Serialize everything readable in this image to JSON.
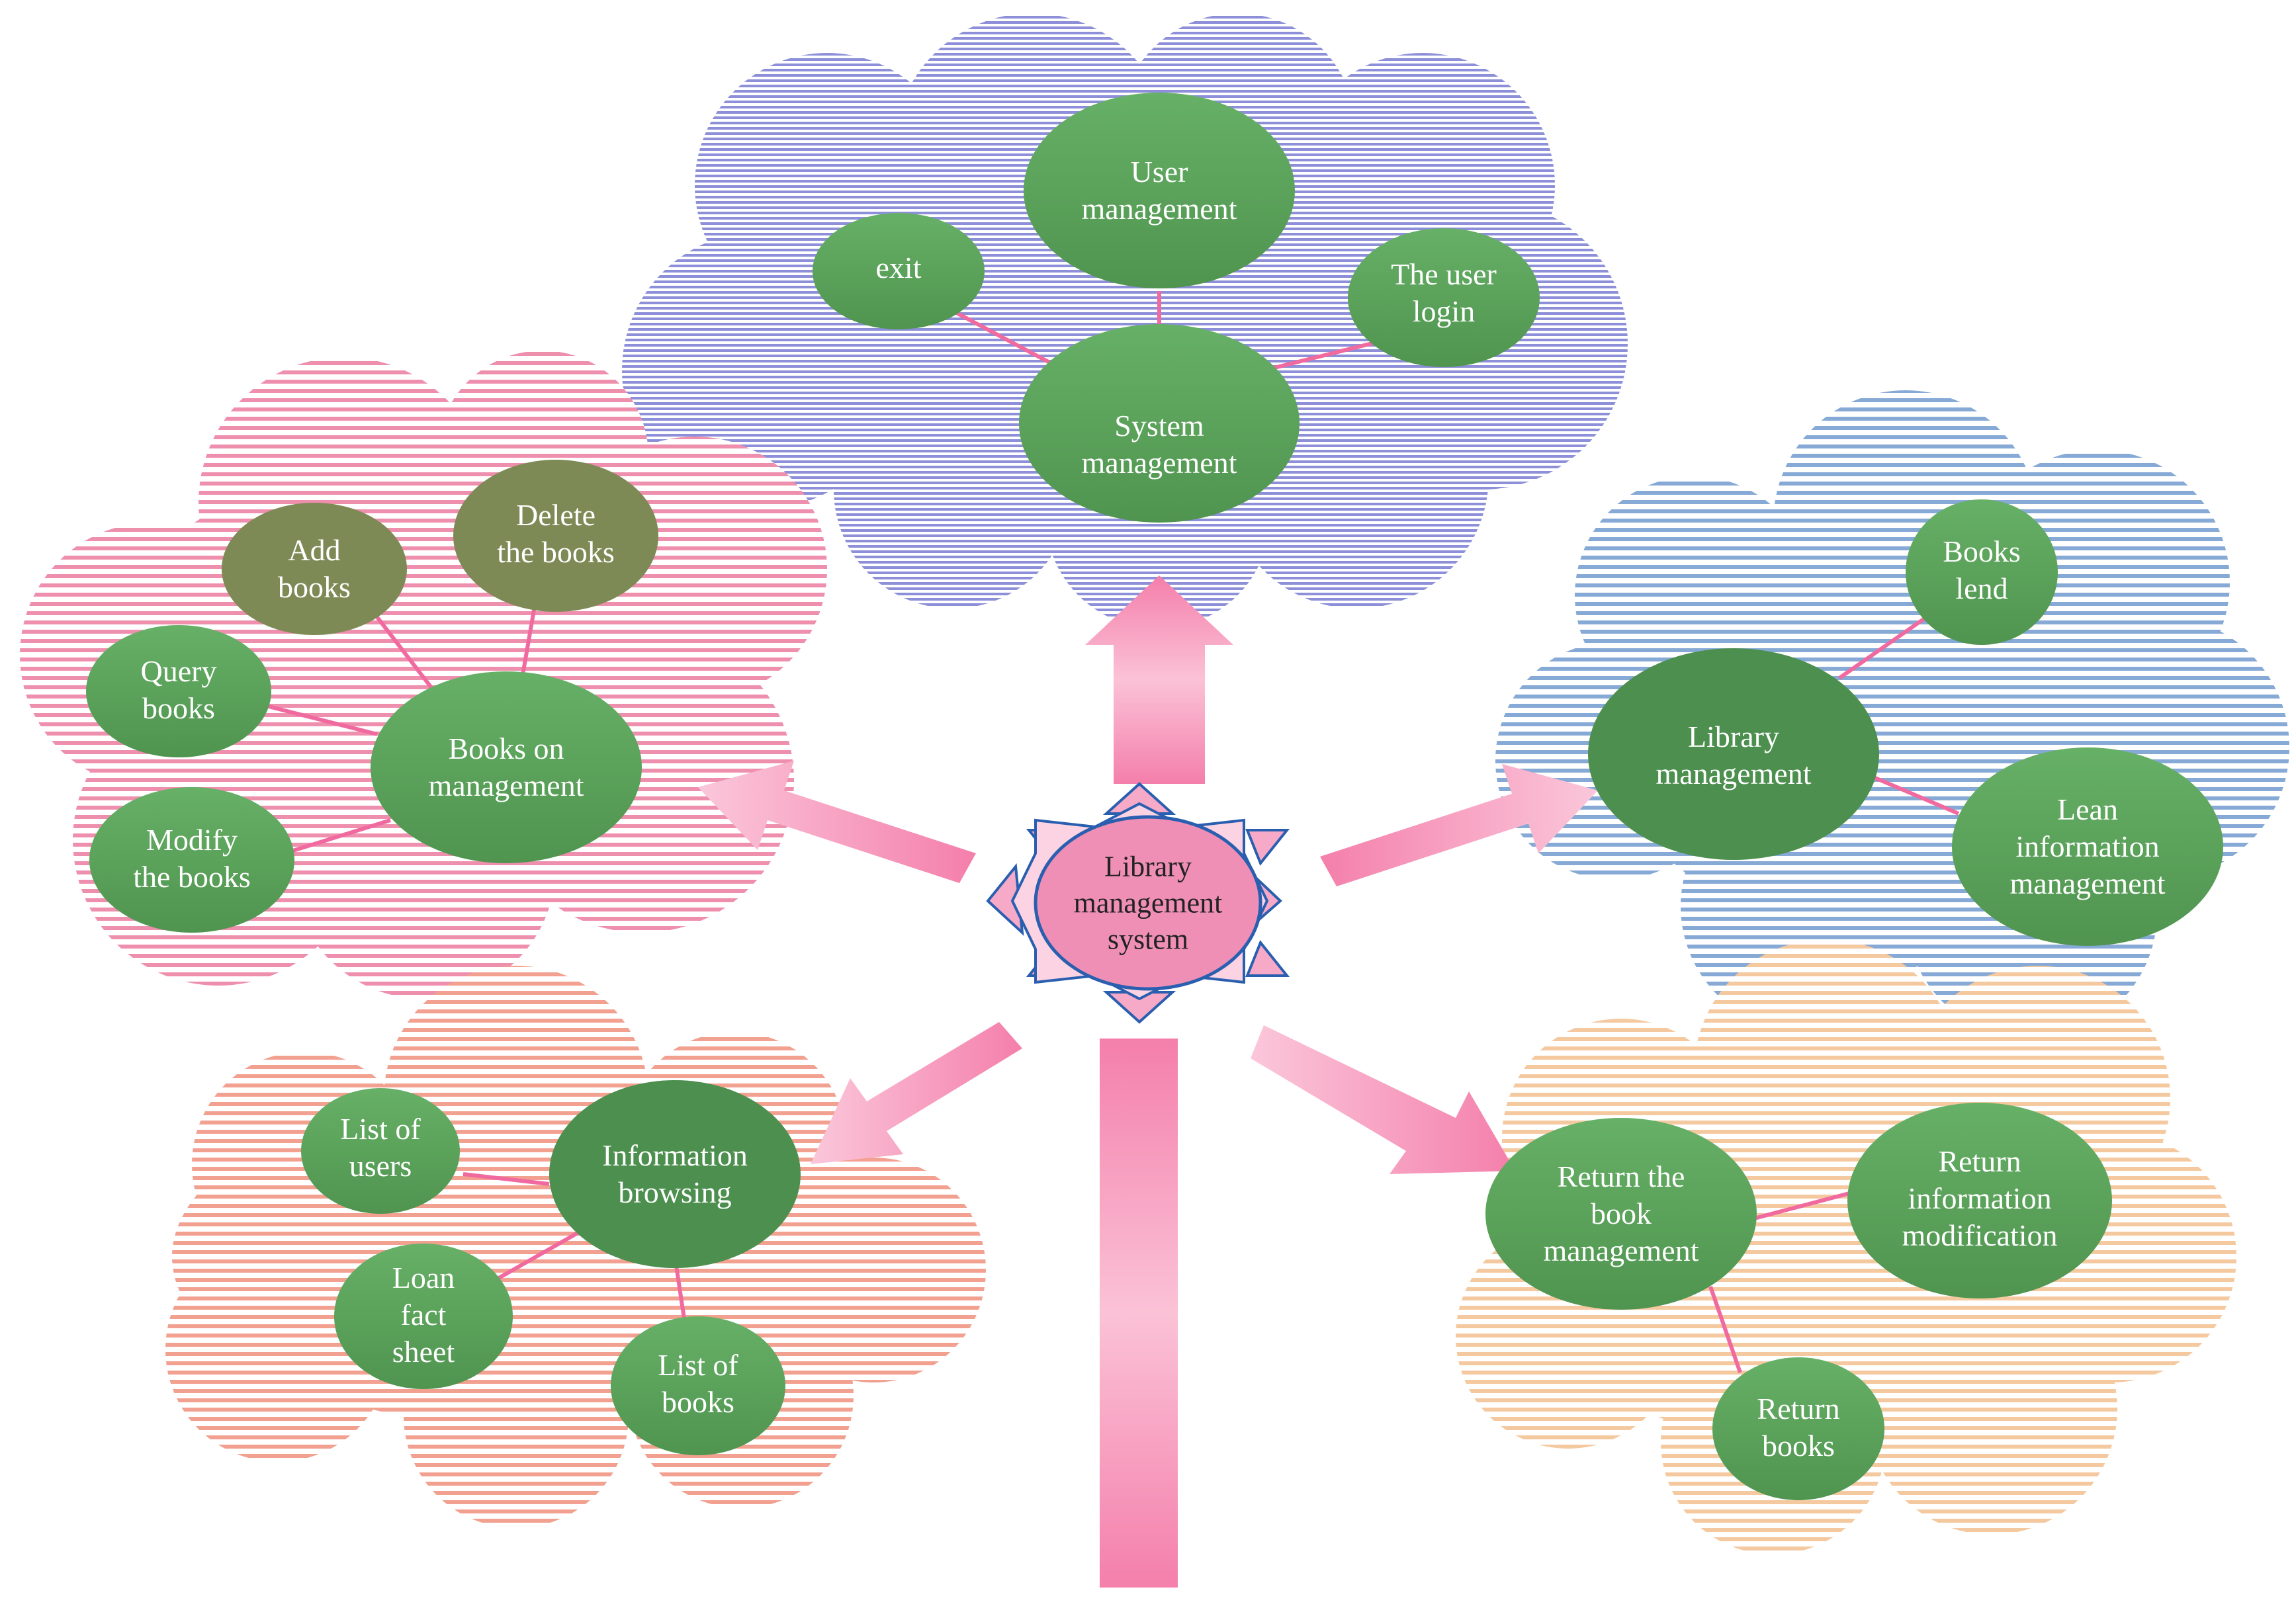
{
  "colors": {
    "center_fill": "#f090b4",
    "center_star": "#f7a9c8",
    "star_outline": "#2a5fb0",
    "arrow": "#f58cb3",
    "connector": "#f06aa0",
    "node_green": "#5aa35a",
    "node_green_dark": "#4c8f4e",
    "node_olive": "#7d8a55"
  },
  "center": {
    "label": "Library\nmanagement\nsystem"
  },
  "clusters": [
    {
      "id": "system",
      "cloud_color": "#8d8fd8",
      "hub": {
        "label": "System\nmanagement"
      },
      "children": [
        {
          "label": "exit"
        },
        {
          "label": "User\nmanagement"
        },
        {
          "label": "The user\nlogin"
        }
      ]
    },
    {
      "id": "books",
      "cloud_color": "#ef8fae",
      "hub": {
        "label": "Books on\nmanagement"
      },
      "children": [
        {
          "label": "Add\nbooks"
        },
        {
          "label": "Delete\nthe books"
        },
        {
          "label": "Query\nbooks"
        },
        {
          "label": "Modify\nthe books"
        }
      ]
    },
    {
      "id": "library",
      "cloud_color": "#86a9d6",
      "hub": {
        "label": "Library\nmanagement"
      },
      "children": [
        {
          "label": "Books\nlend"
        },
        {
          "label": "Lean\ninformation\nmanagement"
        }
      ]
    },
    {
      "id": "info",
      "cloud_color": "#f2a090",
      "hub": {
        "label": "Information\nbrowsing"
      },
      "children": [
        {
          "label": "List of\nusers"
        },
        {
          "label": "Loan\nfact\nsheet"
        },
        {
          "label": "List of\nbooks"
        }
      ]
    },
    {
      "id": "return",
      "cloud_color": "#f5c9a0",
      "hub": {
        "label": "Return the\nbook\nmanagement"
      },
      "children": [
        {
          "label": "Return\ninformation\nmodification"
        },
        {
          "label": "Return\nbooks"
        }
      ]
    }
  ]
}
